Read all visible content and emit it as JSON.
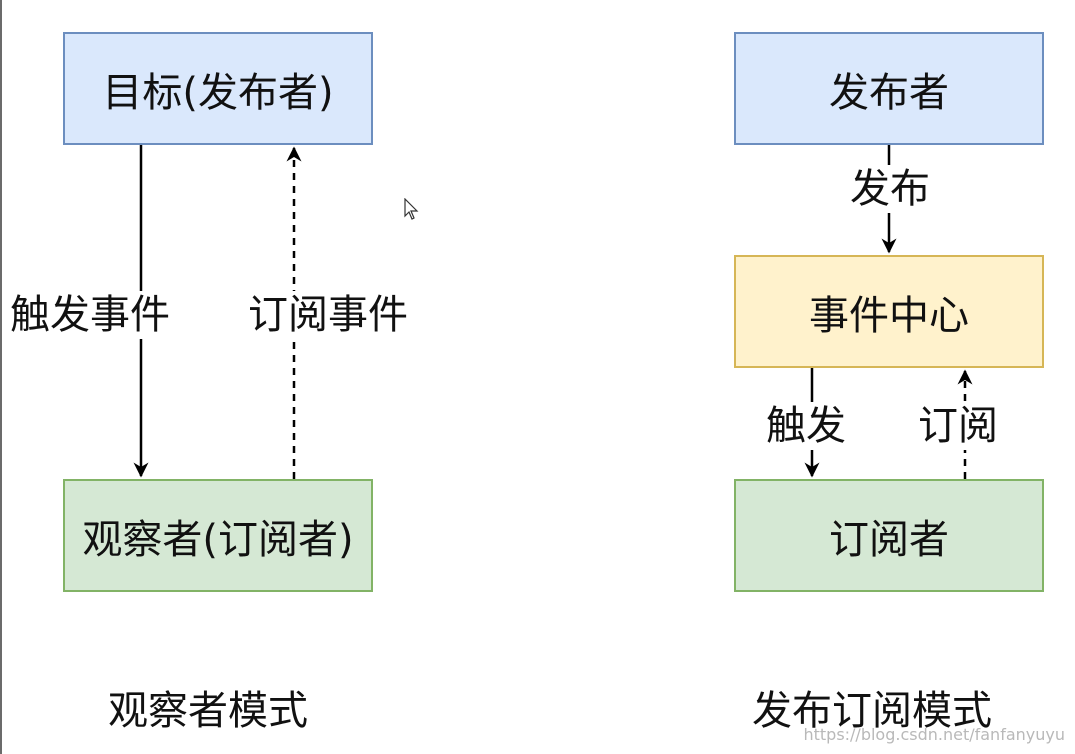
{
  "observer_diagram": {
    "subject_box": "目标(发布者)",
    "observer_box": "观察者(订阅者)",
    "trigger_label": "触发事件",
    "subscribe_label": "订阅事件",
    "caption": "观察者模式"
  },
  "pubsub_diagram": {
    "publisher_box": "发布者",
    "event_center_box": "事件中心",
    "subscriber_box": "订阅者",
    "publish_label": "发布",
    "trigger_label": "触发",
    "subscribe_label": "订阅",
    "caption": "发布订阅模式"
  },
  "watermark": "https://blog.csdn.net/fanfanyuyu",
  "colors": {
    "blue_fill": "#dae8fc",
    "blue_stroke": "#6c8ebf",
    "green_fill": "#d5e8d4",
    "green_stroke": "#82b366",
    "yellow_fill": "#fff2cc",
    "yellow_stroke": "#d6b656"
  },
  "icons": [
    "mouse-cursor-icon"
  ]
}
